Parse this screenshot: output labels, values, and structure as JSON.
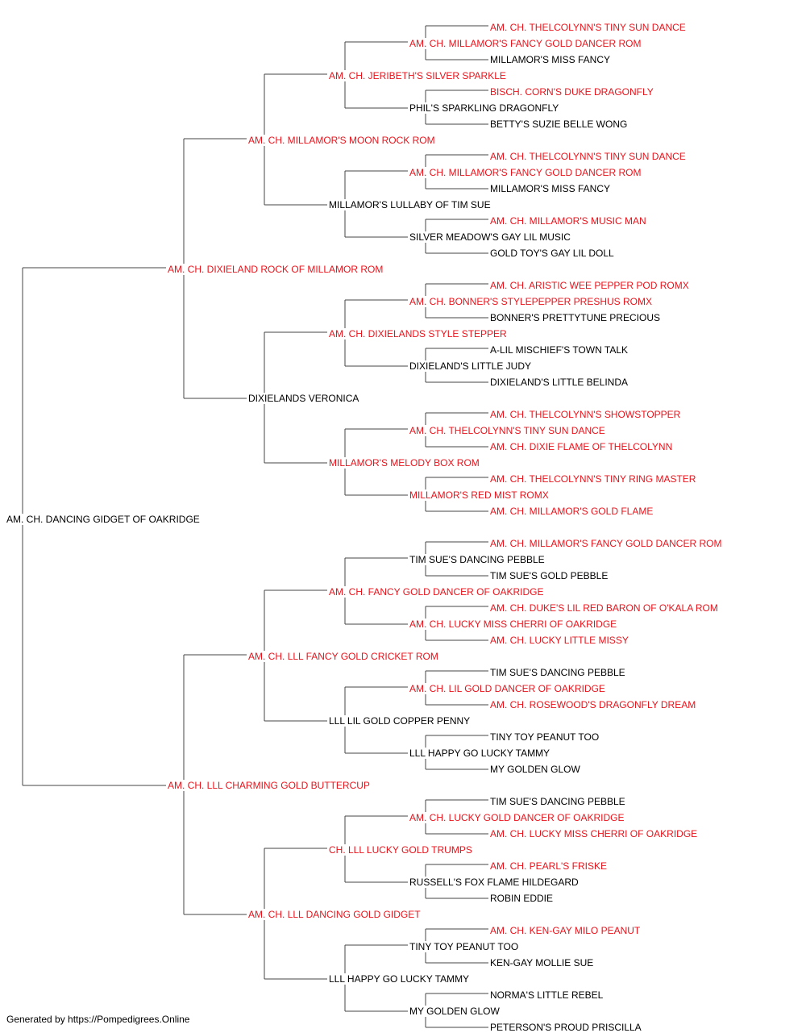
{
  "colors": {
    "champion": "#e8131b",
    "regular": "#000000",
    "line": "#444444"
  },
  "pedigree": {
    "name": "AM. CH. DANCING GIDGET OF OAKRIDGE",
    "champ": false,
    "sire": {
      "name": "AM. CH. DIXIELAND ROCK OF MILLAMOR ROM",
      "champ": true,
      "sire": {
        "name": "AM. CH. MILLAMOR'S MOON ROCK ROM",
        "champ": true,
        "sire": {
          "name": "AM. CH. JERIBETH'S SILVER SPARKLE",
          "champ": true,
          "sire": {
            "name": "AM. CH. MILLAMOR'S FANCY GOLD DANCER ROM",
            "champ": true,
            "sire": {
              "name": "AM. CH. THELCOLYNN'S TINY SUN DANCE",
              "champ": true
            },
            "dam": {
              "name": "MILLAMOR'S MISS FANCY",
              "champ": false
            }
          },
          "dam": {
            "name": "PHIL'S SPARKLING DRAGONFLY",
            "champ": false,
            "sire": {
              "name": "BISCH. CORN'S DUKE DRAGONFLY",
              "champ": true
            },
            "dam": {
              "name": "BETTY'S SUZIE BELLE WONG",
              "champ": false
            }
          }
        },
        "dam": {
          "name": "MILLAMOR'S LULLABY OF TIM SUE",
          "champ": false,
          "sire": {
            "name": "AM. CH. MILLAMOR'S FANCY GOLD DANCER ROM",
            "champ": true,
            "sire": {
              "name": "AM. CH. THELCOLYNN'S TINY SUN DANCE",
              "champ": true
            },
            "dam": {
              "name": "MILLAMOR'S MISS FANCY",
              "champ": false
            }
          },
          "dam": {
            "name": "SILVER MEADOW'S GAY LIL MUSIC",
            "champ": false,
            "sire": {
              "name": "AM. CH. MILLAMOR'S MUSIC MAN",
              "champ": true
            },
            "dam": {
              "name": "GOLD TOY'S GAY LIL DOLL",
              "champ": false
            }
          }
        }
      },
      "dam": {
        "name": "DIXIELANDS VERONICA",
        "champ": false,
        "sire": {
          "name": "AM. CH. DIXIELANDS STYLE STEPPER",
          "champ": true,
          "sire": {
            "name": "AM. CH. BONNER'S STYLEPEPPER PRESHUS ROMX",
            "champ": true,
            "sire": {
              "name": "AM. CH. ARISTIC WEE PEPPER POD ROMX",
              "champ": true
            },
            "dam": {
              "name": "BONNER'S PRETTYTUNE PRECIOUS",
              "champ": false
            }
          },
          "dam": {
            "name": "DIXIELAND'S LITTLE JUDY",
            "champ": false,
            "sire": {
              "name": "A-LIL MISCHIEF'S TOWN TALK",
              "champ": false
            },
            "dam": {
              "name": "DIXIELAND'S LITTLE BELINDA",
              "champ": false
            }
          }
        },
        "dam": {
          "name": "MILLAMOR'S MELODY BOX ROM",
          "champ": true,
          "sire": {
            "name": "AM. CH. THELCOLYNN'S TINY SUN DANCE",
            "champ": true,
            "sire": {
              "name": "AM. CH. THELCOLYNN'S SHOWSTOPPER",
              "champ": true
            },
            "dam": {
              "name": "AM. CH. DIXIE FLAME OF THELCOLYNN",
              "champ": true
            }
          },
          "dam": {
            "name": "MILLAMOR'S RED MIST ROMX",
            "champ": true,
            "sire": {
              "name": "AM. CH. THELCOLYNN'S TINY RING MASTER",
              "champ": true
            },
            "dam": {
              "name": "AM. CH. MILLAMOR'S GOLD FLAME",
              "champ": true
            }
          }
        }
      }
    },
    "dam": {
      "name": "AM. CH. LLL CHARMING GOLD BUTTERCUP",
      "champ": true,
      "sire": {
        "name": "AM. CH. LLL FANCY GOLD CRICKET ROM",
        "champ": true,
        "sire": {
          "name": "AM. CH. FANCY GOLD DANCER OF OAKRIDGE",
          "champ": true,
          "sire": {
            "name": "TIM SUE'S DANCING PEBBLE",
            "champ": false,
            "sire": {
              "name": "AM. CH. MILLAMOR'S FANCY GOLD DANCER ROM",
              "champ": true
            },
            "dam": {
              "name": "TIM SUE'S GOLD PEBBLE",
              "champ": false
            }
          },
          "dam": {
            "name": "AM. CH. LUCKY MISS CHERRI OF OAKRIDGE",
            "champ": true,
            "sire": {
              "name": "AM. CH. DUKE'S LIL RED BARON OF O'KALA ROM",
              "champ": true
            },
            "dam": {
              "name": "AM. CH. LUCKY LITTLE MISSY",
              "champ": true
            }
          }
        },
        "dam": {
          "name": "LLL LIL GOLD COPPER PENNY",
          "champ": false,
          "sire": {
            "name": "AM. CH. LIL GOLD DANCER OF OAKRIDGE",
            "champ": true,
            "sire": {
              "name": "TIM SUE'S DANCING PEBBLE",
              "champ": false
            },
            "dam": {
              "name": "AM. CH. ROSEWOOD'S DRAGONFLY DREAM",
              "champ": true
            }
          },
          "dam": {
            "name": "LLL HAPPY GO LUCKY TAMMY",
            "champ": false,
            "sire": {
              "name": "TINY TOY PEANUT TOO",
              "champ": false
            },
            "dam": {
              "name": "MY GOLDEN GLOW",
              "champ": false
            }
          }
        }
      },
      "dam": {
        "name": "AM. CH. LLL DANCING GOLD GIDGET",
        "champ": true,
        "sire": {
          "name": "CH. LLL LUCKY GOLD TRUMPS",
          "champ": true,
          "sire": {
            "name": "AM. CH. LUCKY GOLD DANCER OF OAKRIDGE",
            "champ": true,
            "sire": {
              "name": "TIM SUE'S DANCING PEBBLE",
              "champ": false
            },
            "dam": {
              "name": "AM. CH. LUCKY MISS CHERRI OF OAKRIDGE",
              "champ": true
            }
          },
          "dam": {
            "name": "RUSSELL'S FOX FLAME HILDEGARD",
            "champ": false,
            "sire": {
              "name": "AM. CH. PEARL'S FRISKE",
              "champ": true
            },
            "dam": {
              "name": "ROBIN EDDIE",
              "champ": false
            }
          }
        },
        "dam": {
          "name": "LLL HAPPY GO LUCKY TAMMY",
          "champ": false,
          "sire": {
            "name": "TINY TOY PEANUT TOO",
            "champ": false,
            "sire": {
              "name": "AM. CH. KEN-GAY MILO PEANUT",
              "champ": true
            },
            "dam": {
              "name": "KEN-GAY MOLLIE SUE",
              "champ": false
            }
          },
          "dam": {
            "name": "MY GOLDEN GLOW",
            "champ": false,
            "sire": {
              "name": "NORMA'S LITTLE REBEL",
              "champ": false
            },
            "dam": {
              "name": "PETERSON'S PROUD PRISCILLA",
              "champ": false
            }
          }
        }
      }
    }
  },
  "footer": {
    "text": "Generated by https://Pompedigrees.Online"
  }
}
